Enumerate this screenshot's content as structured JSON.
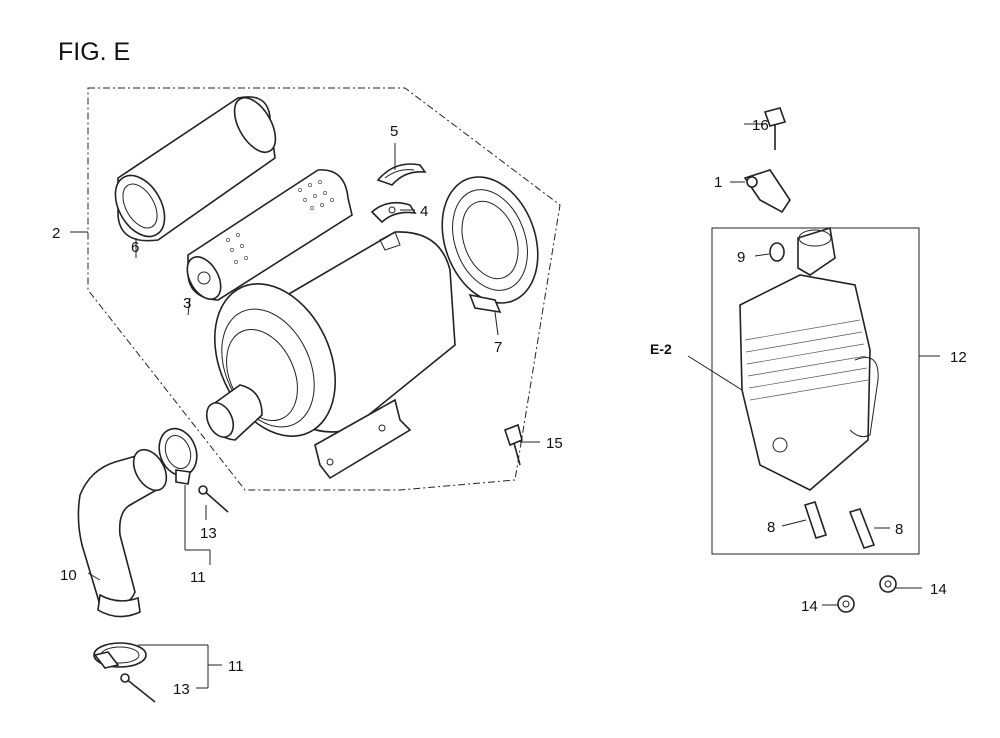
{
  "figure": {
    "title": "FIG. E",
    "labels": {
      "p1": "1",
      "p2": "2",
      "p3": "3",
      "p4": "4",
      "p5": "5",
      "p6": "6",
      "p7": "7",
      "p8a": "8",
      "p8b": "8",
      "p9": "9",
      "p10": "10",
      "p11a": "11",
      "p11b": "11",
      "p12": "12",
      "p13a": "13",
      "p13b": "13",
      "p14a": "14",
      "p14b": "14",
      "p15": "15",
      "p16": "16",
      "ref_e2": "E-2"
    }
  }
}
